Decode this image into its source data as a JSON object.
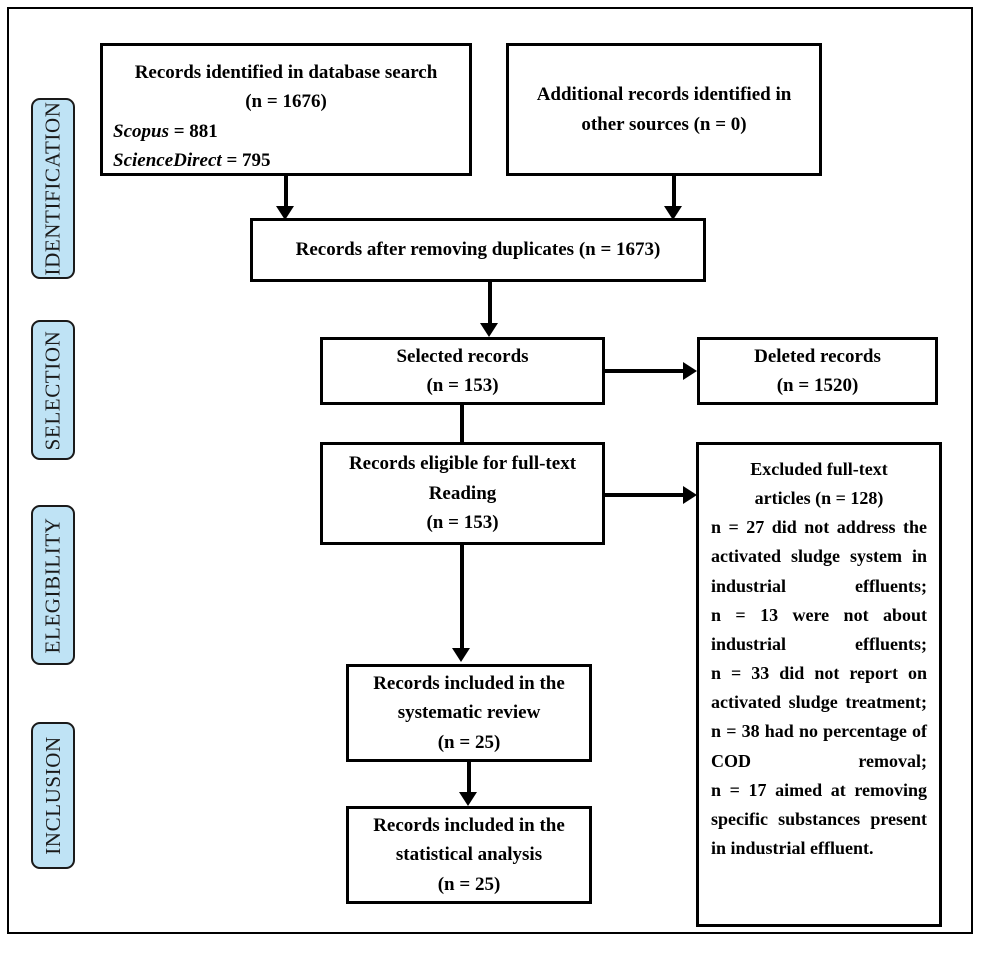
{
  "diagram": {
    "type": "prisma-flow-diagram",
    "stages": [
      {
        "id": "identification",
        "label": "IDENTIFICATION"
      },
      {
        "id": "selection",
        "label": "SELECTION"
      },
      {
        "id": "elegibility",
        "label": "ELEGIBILITY"
      },
      {
        "id": "inclusion",
        "label": "INCLUSION"
      }
    ],
    "colors": {
      "stage_fill": "#bfe3f5",
      "stage_border": "#1a1a1a",
      "box_border": "#000000",
      "background": "#ffffff",
      "text": "#000000"
    },
    "boxes": {
      "database_search": {
        "title": "Records identified in database search",
        "count_line": "(n = 1676)",
        "sources": [
          {
            "name": "Scopus",
            "value": "= 881"
          },
          {
            "name": "ScienceDirect",
            "value": "= 795"
          }
        ]
      },
      "additional_records": {
        "line1": "Additional records identified in",
        "line2": "other sources (n = 0)"
      },
      "after_duplicates": {
        "line1": "Records after removing duplicates (n = 1673)"
      },
      "selected_records": {
        "line1": "Selected records",
        "line2": "(n = 153)"
      },
      "deleted_records": {
        "line1": "Deleted records",
        "line2": "(n = 1520)"
      },
      "eligible_fulltext": {
        "line1": "Records eligible for full-text",
        "line2": "Reading",
        "line3": "(n = 153)"
      },
      "excluded_fulltext": {
        "head1": "Excluded full-text",
        "head2": "articles (n = 128)",
        "reasons": [
          "n = 27 did not address the activated sludge system in industrial effluents;",
          "n = 13 were not about industrial effluents;",
          "n = 33 did not report on activated sludge treatment;",
          "n = 38 had no percentage of COD removal;",
          "n = 17 aimed at removing specific substances present in industrial effluent."
        ]
      },
      "included_review": {
        "line1": "Records included in the",
        "line2": "systematic review",
        "line3": "(n = 25)"
      },
      "included_statistical": {
        "line1": "Records included in the",
        "line2": "statistical analysis",
        "line3": "(n = 25)"
      }
    }
  }
}
